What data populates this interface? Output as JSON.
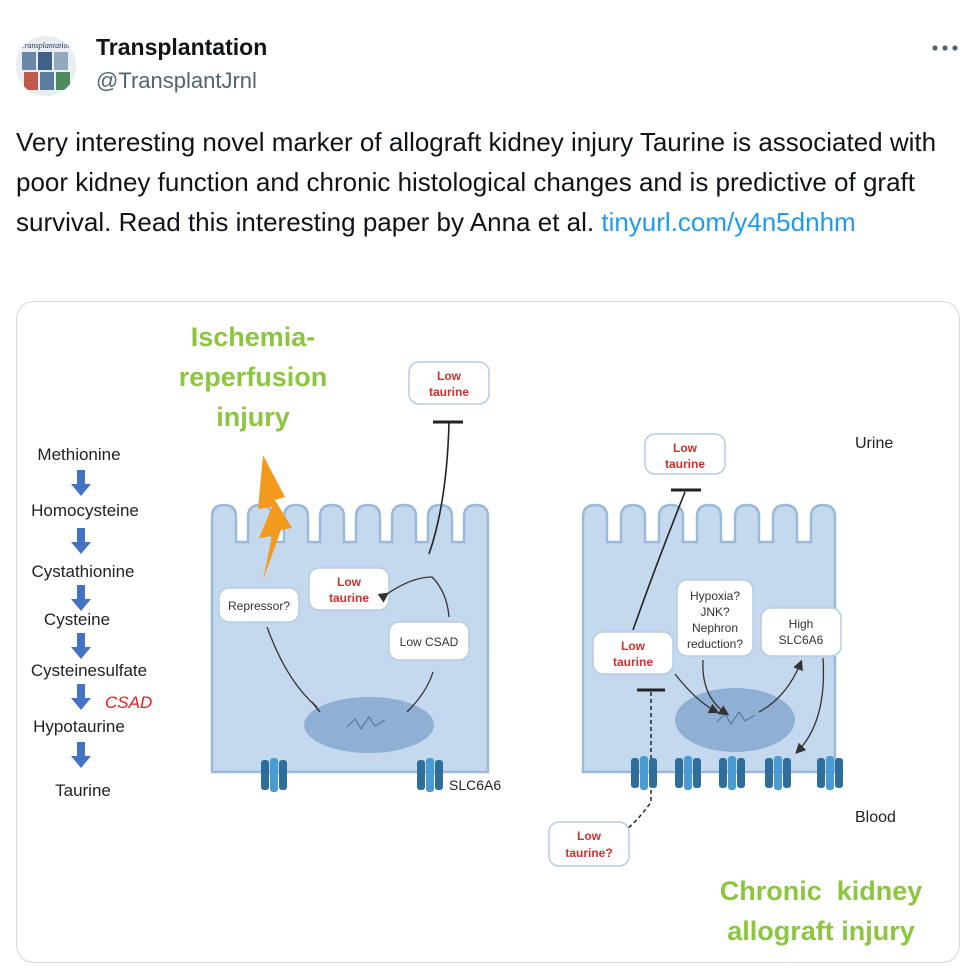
{
  "account": {
    "name": "Transplantation",
    "handle": "@TransplantJrnl",
    "avatar_logo_text": "Transplantation"
  },
  "tweet": {
    "text": "Very interesting novel marker of allograft kidney injury Taurine is associated with poor kidney function and chronic histological changes and is predictive of graft survival. Read this interesting paper by Anna et al. ",
    "link": "tinyurl.com/y4n5dnhm"
  },
  "figure": {
    "pathway": [
      "Methionine",
      "Homocysteine",
      "Cystathionine",
      "Cysteine",
      "Cysteinesulfate",
      "Hypotaurine",
      "Taurine"
    ],
    "enzyme": "CSAD",
    "left_title": [
      "Ischemia-",
      "reperfusion",
      "injury"
    ],
    "right_title": [
      "Chronic  kidney",
      "allograft injury"
    ],
    "labels": {
      "low": "Low",
      "taurine": "taurine",
      "taurine_q": "taurine?",
      "repressor": "Repressor?",
      "low_csad": "Low CSAD",
      "transporter": "SLC6A6",
      "hypoxia": [
        "Hypoxia?",
        "JNK?",
        "Nephron",
        "reduction?"
      ],
      "high_slc": [
        "High",
        "SLC6A6"
      ],
      "urine": "Urine",
      "blood": "Blood"
    },
    "colors": {
      "green": "#8cc63f",
      "cell": "#c5d9ee",
      "cell_border": "#9bbad9",
      "nucleus": "#8fb0d4",
      "red": "#d0312d",
      "arrow": "#4472c4",
      "bolt": "#f39a1e"
    }
  }
}
